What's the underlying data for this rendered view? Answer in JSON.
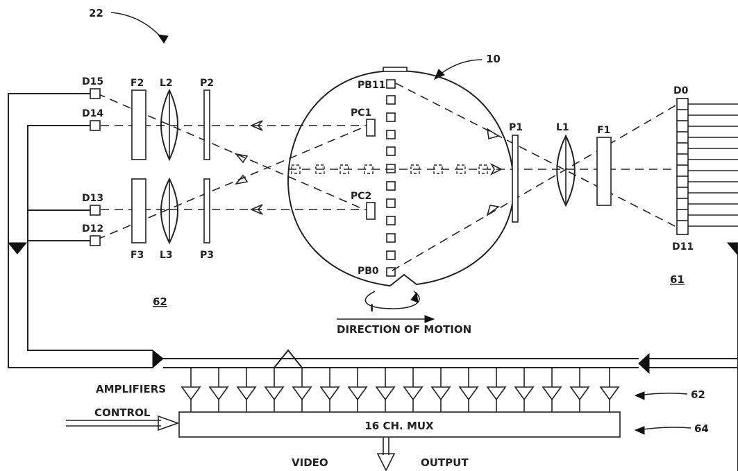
{
  "ref_numerals": {
    "figure": "22",
    "sphere": "10",
    "left_assembly": "62",
    "right_assembly": "61",
    "amplifier_row": "62",
    "mux": "64"
  },
  "detectors": {
    "right_top": "D0",
    "right_bottom": "D11",
    "left": [
      "D15",
      "D14",
      "D13",
      "D12"
    ]
  },
  "optics": {
    "filters_left": [
      "F2",
      "F3"
    ],
    "lenses_left": [
      "L2",
      "L3"
    ],
    "polarizers_left": [
      "P2",
      "P3"
    ],
    "right": {
      "polarizer": "P1",
      "lens": "L1",
      "filter": "F1"
    }
  },
  "points": {
    "pb_top": "PB11",
    "pb_bottom": "PB0",
    "pc1": "PC1",
    "pc2": "PC2",
    "rotation_marker": "I"
  },
  "labels": {
    "direction": "DIRECTION OF MOTION",
    "amplifiers": "AMPLIFIERS",
    "control": "CONTROL",
    "mux": "16 CH. MUX",
    "video": "VIDEO",
    "output": "OUTPUT"
  }
}
